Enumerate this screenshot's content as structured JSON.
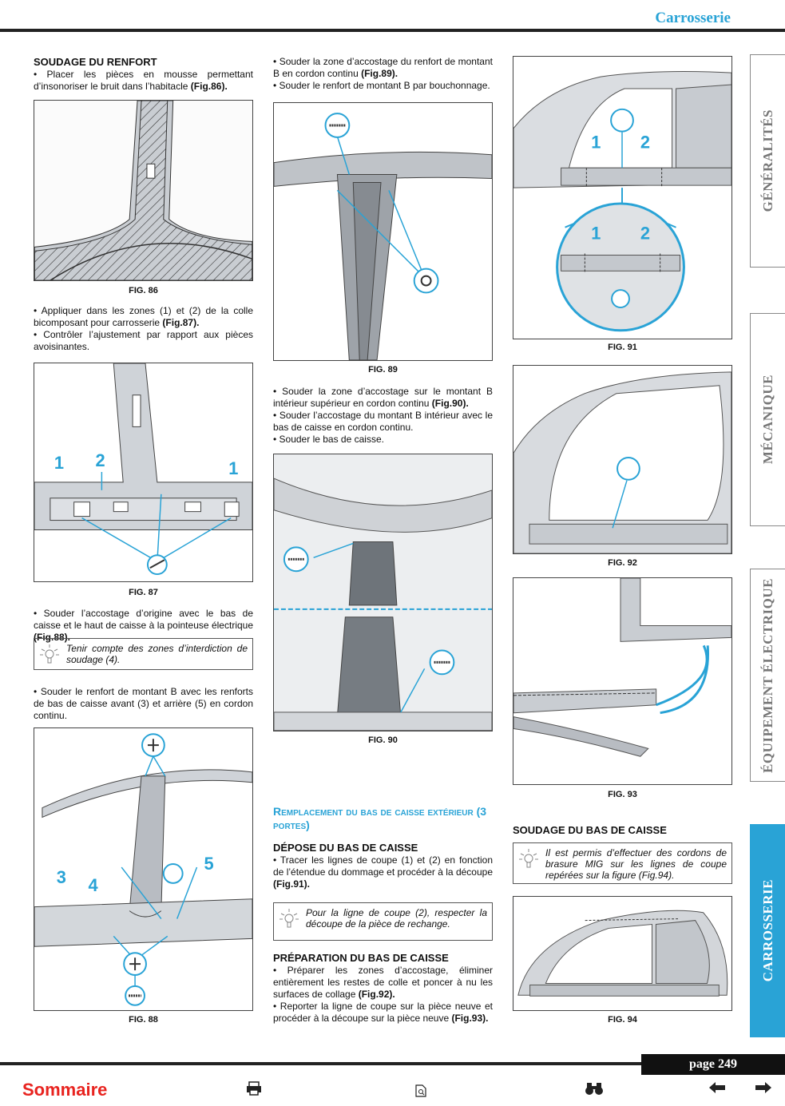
{
  "header": {
    "title": "Carrosserie"
  },
  "col1": {
    "h1": "SOUDAGE DU RENFORT",
    "p1": "• Placer les pièces en mousse permettant d’insonoriser le bruit dans l’habitacle ",
    "p1_ref": "(Fig.86).",
    "fig86": "FIG. 86",
    "p2": "• Appliquer dans les zones (1) et (2) de la colle bicomposant pour carrosserie ",
    "p2_ref": "(Fig.87).",
    "p3": "• Contrôler l’ajustement par rapport aux pièces avoisinantes.",
    "fig87": "FIG. 87",
    "fig87_callouts": [
      "1",
      "2",
      "1"
    ],
    "p4": "• Souder l’accostage d’origine avec le bas de caisse et le haut de caisse à la pointeuse électrique ",
    "p4_ref": "(Fig.88).",
    "note1": "Tenir compte des zones d’interdiction de soudage (4).",
    "p5": "• Souder le renfort de montant B avec les renforts de bas de caisse avant (3) et arrière (5) en cordon continu.",
    "fig88": "FIG. 88",
    "fig88_callouts": [
      "3",
      "4",
      "5"
    ]
  },
  "col2": {
    "p1": "• Souder la zone d’accostage du renfort de montant B en cordon continu ",
    "p1_ref": "(Fig.89).",
    "p2": "• Souder le renfort de montant B par bouchonnage.",
    "fig89": "FIG. 89",
    "p3": "• Souder la zone d’accostage sur le montant B intérieur supérieur en cordon continu ",
    "p3_ref": "(Fig.90).",
    "p4": "• Souder l’accostage du montant B intérieur avec le bas de caisse en cordon continu.",
    "p5": "• Souder le bas de caisse.",
    "fig90": "FIG. 90",
    "h_blue": "Remplacement du bas de caisse extérieur (3 portes)",
    "h2": "DÉPOSE DU BAS DE CAISSE",
    "p6": "• Tracer les lignes de coupe (1) et (2) en fonction de l’étendue du dommage et procéder à la découpe ",
    "p6_ref": "(Fig.91).",
    "note2": "Pour la ligne de coupe (2), respecter la découpe de la pièce de rechange.",
    "h3": "PRÉPARATION DU BAS DE CAISSE",
    "p7": "• Préparer les zones d’accostage, éliminer entièrement les restes de colle et poncer à nu les surfaces de collage ",
    "p7_ref": "(Fig.92).",
    "p8": "• Reporter la ligne de coupe sur la pièce neuve et procéder à la découpe sur la pièce neuve ",
    "p8_ref": "(Fig.93)."
  },
  "col3": {
    "fig91": "FIG. 91",
    "fig91_callouts": [
      "1",
      "2",
      "1",
      "2"
    ],
    "fig92": "FIG. 92",
    "fig93": "FIG. 93",
    "h1": "SOUDAGE DU BAS DE CAISSE",
    "note3": "Il est permis d’effectuer des cordons de brasure MIG sur les lignes de coupe repérées sur la figure (Fig.94).",
    "fig94": "FIG. 94"
  },
  "tabs": [
    "GÉNÉRALITÉS",
    "MÉCANIQUE",
    "ÉQUIPEMENT ÉLECTRIQUE",
    "CARROSSERIE"
  ],
  "footer": {
    "page": "page 249",
    "sommaire": "Sommaire"
  },
  "colors": {
    "accent": "#29a3d6",
    "sommaire": "#e8231f"
  }
}
